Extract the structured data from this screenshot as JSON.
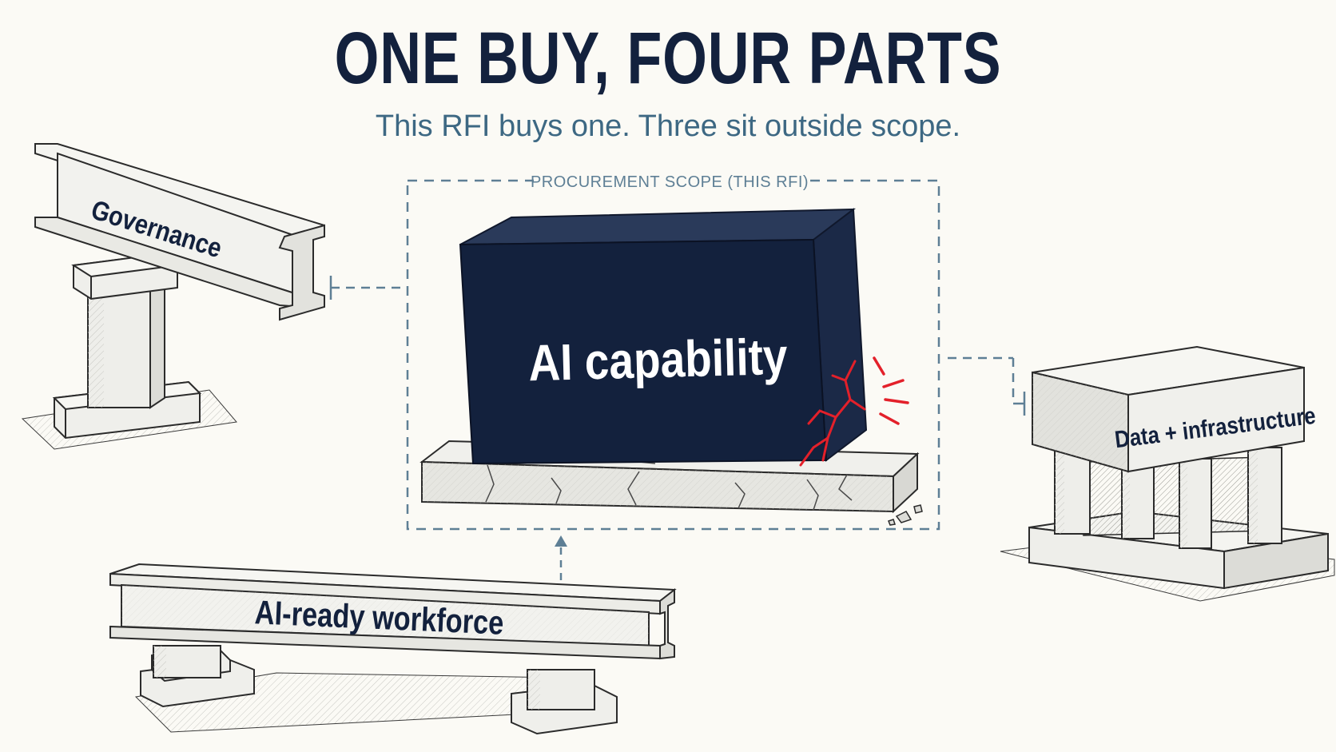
{
  "title": "ONE BUY, FOUR PARTS",
  "subtitle": "This RFI buys one. Three sit outside scope.",
  "scope": {
    "label": "PROCUREMENT SCOPE (THIS RFI)",
    "core_component": "AI capability"
  },
  "outside_components": {
    "governance": "Governance",
    "data_infrastructure": "Data + infrastructure",
    "workforce": "AI-ready workforce"
  },
  "colors": {
    "navy": "#13213d",
    "slate_blue": "#3d6883",
    "dashed_line": "#5e7f95",
    "crack_red": "#e3202a",
    "stone": "#eeeeea",
    "background": "#fbfaf5"
  }
}
